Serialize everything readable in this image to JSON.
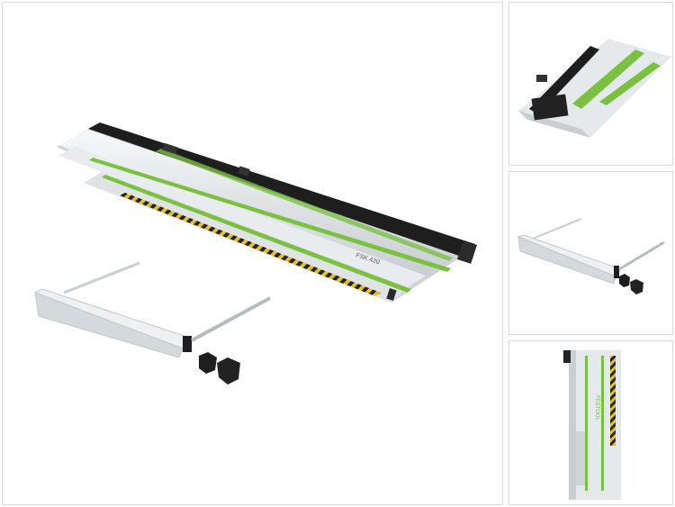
{
  "gallery": {
    "main_image": {
      "rail_label": "FSK 420"
    },
    "thumbnails": [
      {
        "view": "rail-end-closeup"
      },
      {
        "view": "angle-stop"
      },
      {
        "view": "rail-top-view",
        "rail_label": "FESTOOL"
      }
    ]
  },
  "colors": {
    "accent_green": "#7ac142",
    "aluminium": "#e6e9ec",
    "black": "#1e1e1e",
    "warning_yellow": "#e8c21a"
  }
}
